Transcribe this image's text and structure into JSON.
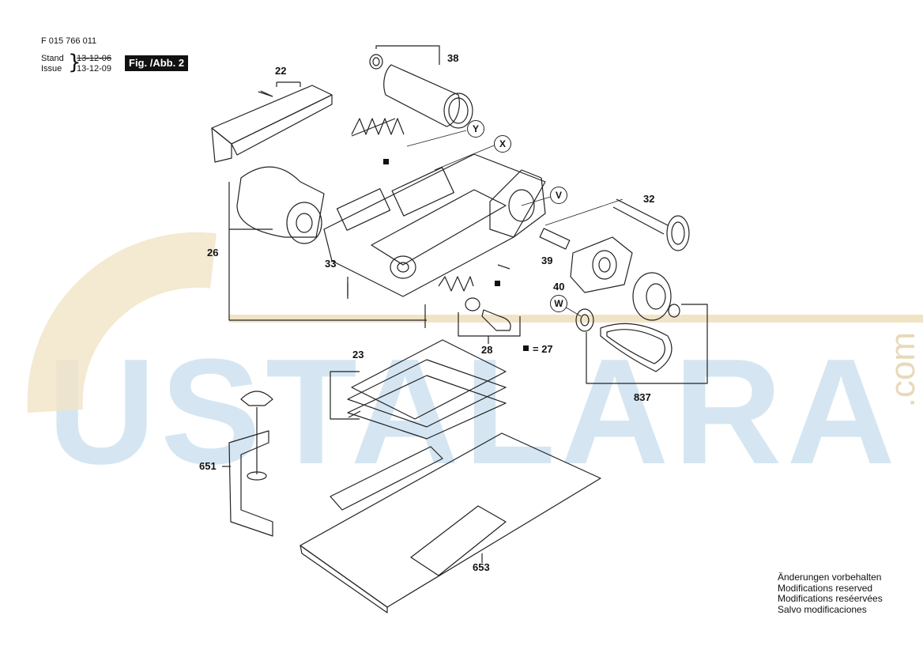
{
  "header": {
    "part_code": "F 015 766 011",
    "stand_label": "Stand",
    "issue_label": "Issue",
    "brace": "}",
    "stand_date": "13-12-06",
    "issue_date": "13-12-09",
    "figure_label": "Fig. /Abb. 2"
  },
  "watermark": {
    "text": "USTALARA",
    "domain": ".com",
    "colors": {
      "letters": "#d5e6f2",
      "sun": "#f1e4c6"
    }
  },
  "part_numbers": {
    "p22": "22",
    "p38": "38",
    "p32": "32",
    "p26": "26",
    "p33": "33",
    "p39": "39",
    "p40": "40",
    "p28": "28",
    "p27_legend": "= 27",
    "p23": "23",
    "p837": "837",
    "p651": "651",
    "p653": "653"
  },
  "callouts": {
    "y": "Y",
    "x": "X",
    "v": "V",
    "w": "W"
  },
  "footer_notes": [
    "Änderungen vorbehalten",
    "Modifications reserved",
    "Modifications reséervées",
    "Salvo modificaciones"
  ]
}
